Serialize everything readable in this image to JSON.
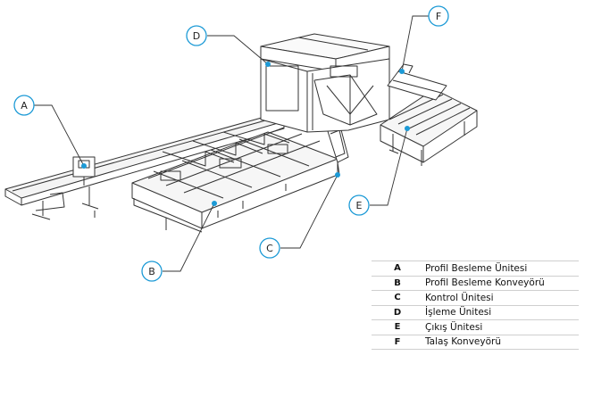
{
  "callouts": [
    "A",
    "B",
    "C",
    "D",
    "E",
    "F"
  ],
  "machine_badge": "",
  "legend": [
    {
      "key": "A",
      "label": "Profil Besleme Ünitesi"
    },
    {
      "key": "B",
      "label": "Profil Besleme Konveyörü"
    },
    {
      "key": "C",
      "label": "Kontrol Ünitesi"
    },
    {
      "key": "D",
      "label": "İşleme Ünitesi"
    },
    {
      "key": "E",
      "label": "Çıkış Ünitesi"
    },
    {
      "key": "F",
      "label": "Talaş Konveyörü"
    }
  ],
  "colors": {
    "callout": "#1c9ad6",
    "line": "#333333"
  }
}
